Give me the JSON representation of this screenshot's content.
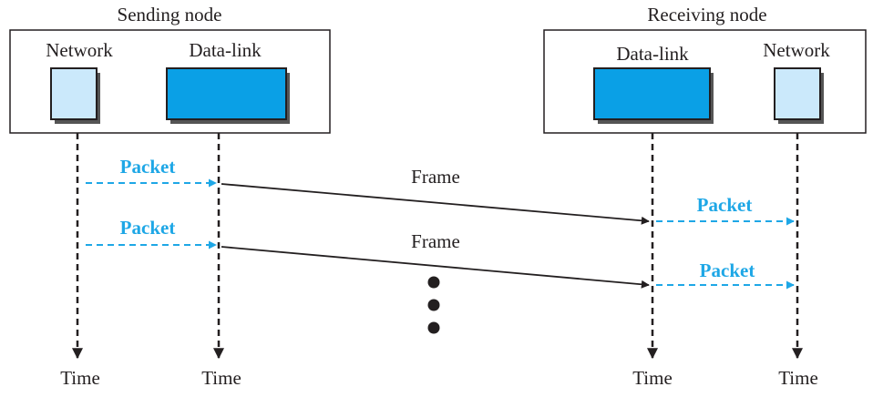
{
  "colors": {
    "ink": "#231f20",
    "accent": "#1ea7e6",
    "datalink_fill": "#0aa0e6",
    "network_fill": "#cbe9fb",
    "shadow": "#555555"
  },
  "sending_node": {
    "title": "Sending node",
    "network_label": "Network",
    "datalink_label": "Data-link"
  },
  "receiving_node": {
    "title": "Receiving node",
    "datalink_label": "Data-link",
    "network_label": "Network"
  },
  "time_labels": [
    "Time",
    "Time",
    "Time",
    "Time"
  ],
  "messages": {
    "send_packet_1": "Packet",
    "send_packet_2": "Packet",
    "frame_1": "Frame",
    "frame_2": "Frame",
    "recv_packet_1": "Packet",
    "recv_packet_2": "Packet"
  }
}
